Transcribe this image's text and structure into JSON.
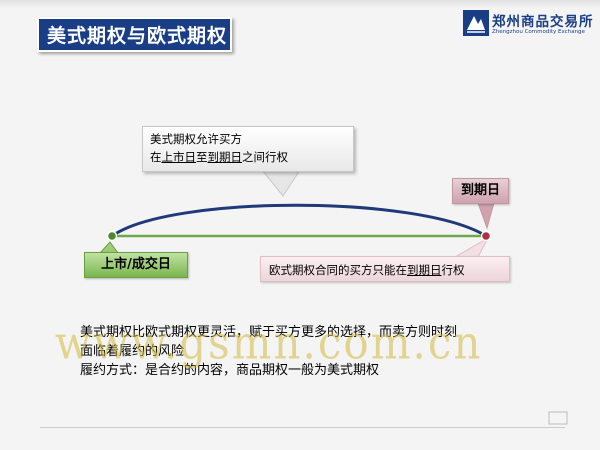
{
  "slide": {
    "title": "美式期权与欧式期权"
  },
  "logo": {
    "name_cn": "郑州商品交易所",
    "name_en": "Zhengzhou Commodity Exchange",
    "color": "#1a3e86"
  },
  "callout_top": {
    "line1": "美式期权允许买方",
    "line2_prefix": "在",
    "line2_start": "上市日",
    "line2_mid": "至",
    "line2_end": "到期日",
    "line2_suffix": "之间行权"
  },
  "timeline": {
    "end_label": "到期日",
    "start_label": "上市/成交日"
  },
  "callout_bottom": {
    "prefix": "欧式期权合同的买方只能在",
    "highlight": "到期日",
    "suffix": "行权"
  },
  "body": {
    "line1": "美式期权比欧式期权更灵活，赋于买方更多的选择，而卖方则时刻",
    "line2": "面临着履约的风险",
    "line3": "履约方式：是合约的内容，商品期权一般为美式期权"
  },
  "watermark": "www.gsmn.com.cn",
  "colors": {
    "title_bg": "#1a3e86",
    "timeline_line": "#6ea84a",
    "arc": "#1f3a78",
    "end_marker": "#b03040",
    "start_marker": "#4a8a2a"
  }
}
